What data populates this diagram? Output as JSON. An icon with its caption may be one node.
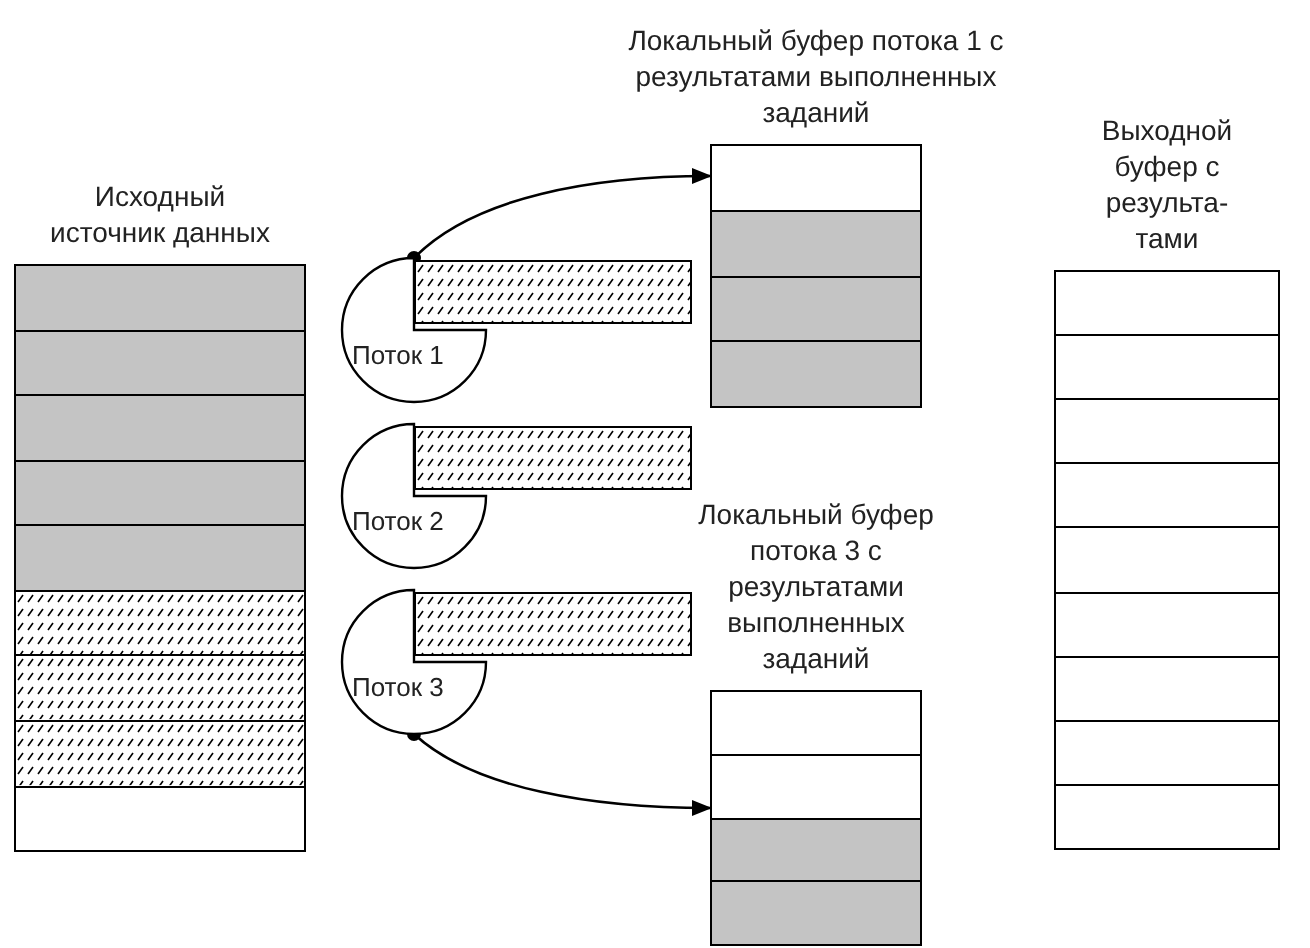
{
  "diagram": {
    "nodes": [
      {
        "text": [
          "Исходный источник данных"
        ]
      },
      {
        "text": [
          "Поток 1"
        ]
      },
      {
        "text": [],
        "shape": "bar"
      },
      {
        "text": [
          "Поток 2"
        ]
      },
      {
        "text": [],
        "shape": "bar"
      },
      {
        "text": [
          "Поток 3"
        ]
      },
      {
        "text": [],
        "shape": "bar"
      },
      {
        "text": [
          "Локальный буфер потока 1 с результатами выполненных заданий"
        ]
      },
      {
        "text": [
          "Локальный буфер потока 3 с результатами выполненных заданий"
        ]
      },
      {
        "text": [
          "Выходной буфер с результа-тами"
        ]
      }
    ],
    "edges": [
      {
        "from": 1,
        "to": 7,
        "arrow": "to"
      },
      {
        "from": 5,
        "to": 8,
        "arrow": "to"
      }
    ]
  }
}
